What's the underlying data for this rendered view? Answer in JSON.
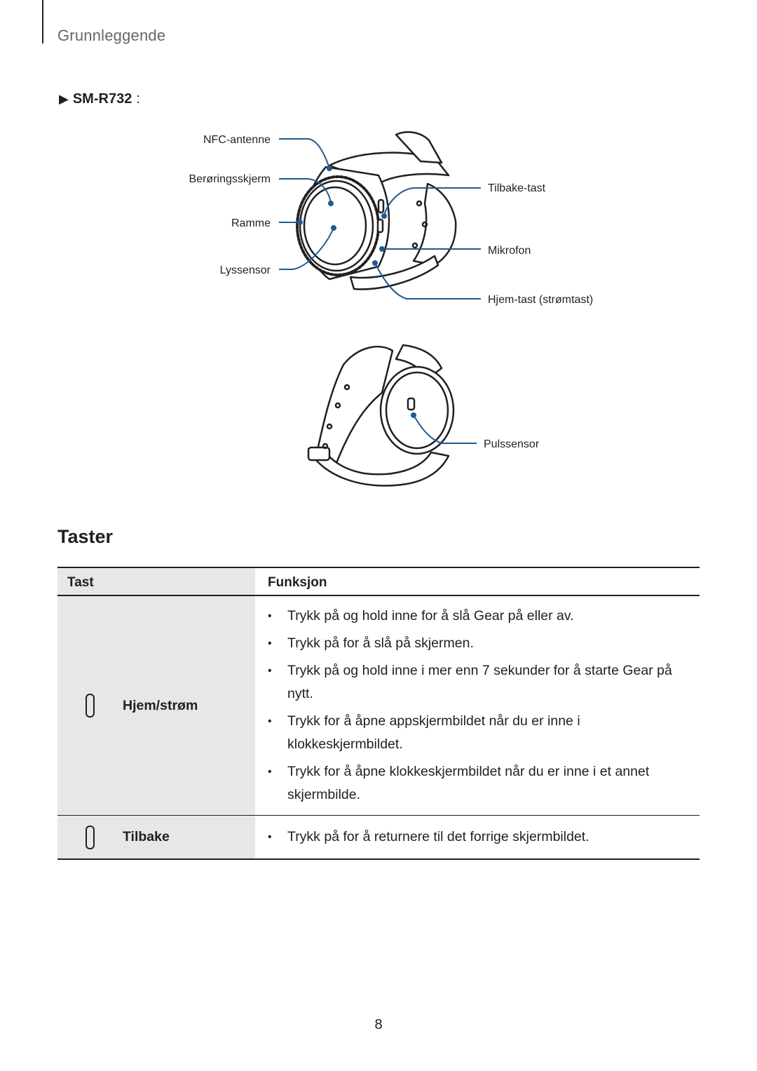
{
  "header": {
    "section_title": "Grunnleggende"
  },
  "model": {
    "label": "SM-R732",
    "colon": ":"
  },
  "diagram_front": {
    "callouts_left": [
      "NFC-antenne",
      "Berøringsskjerm",
      "Ramme",
      "Lyssensor"
    ],
    "callouts_right": [
      "Tilbake-tast",
      "Mikrofon",
      "Hjem-tast (strømtast)"
    ]
  },
  "diagram_back": {
    "callout": "Pulssensor"
  },
  "keys_section": {
    "heading": "Taster",
    "table": {
      "headers": {
        "key": "Tast",
        "function": "Funksjon"
      },
      "rows": [
        {
          "name": "Hjem/strøm",
          "bullets": [
            "Trykk på og hold inne for å slå Gear på eller av.",
            "Trykk på for å slå på skjermen.",
            "Trykk på og hold inne i mer enn 7 sekunder for å starte Gear på nytt.",
            "Trykk for å åpne appskjermbildet når du er inne i klokkeskjermbildet.",
            "Trykk for å åpne klokkeskjermbildet når du er inne i et annet skjermbilde."
          ]
        },
        {
          "name": "Tilbake",
          "bullets": [
            "Trykk på for å returnere til det forrige skjermbildet."
          ]
        }
      ]
    }
  },
  "footer": {
    "page_number": "8"
  }
}
